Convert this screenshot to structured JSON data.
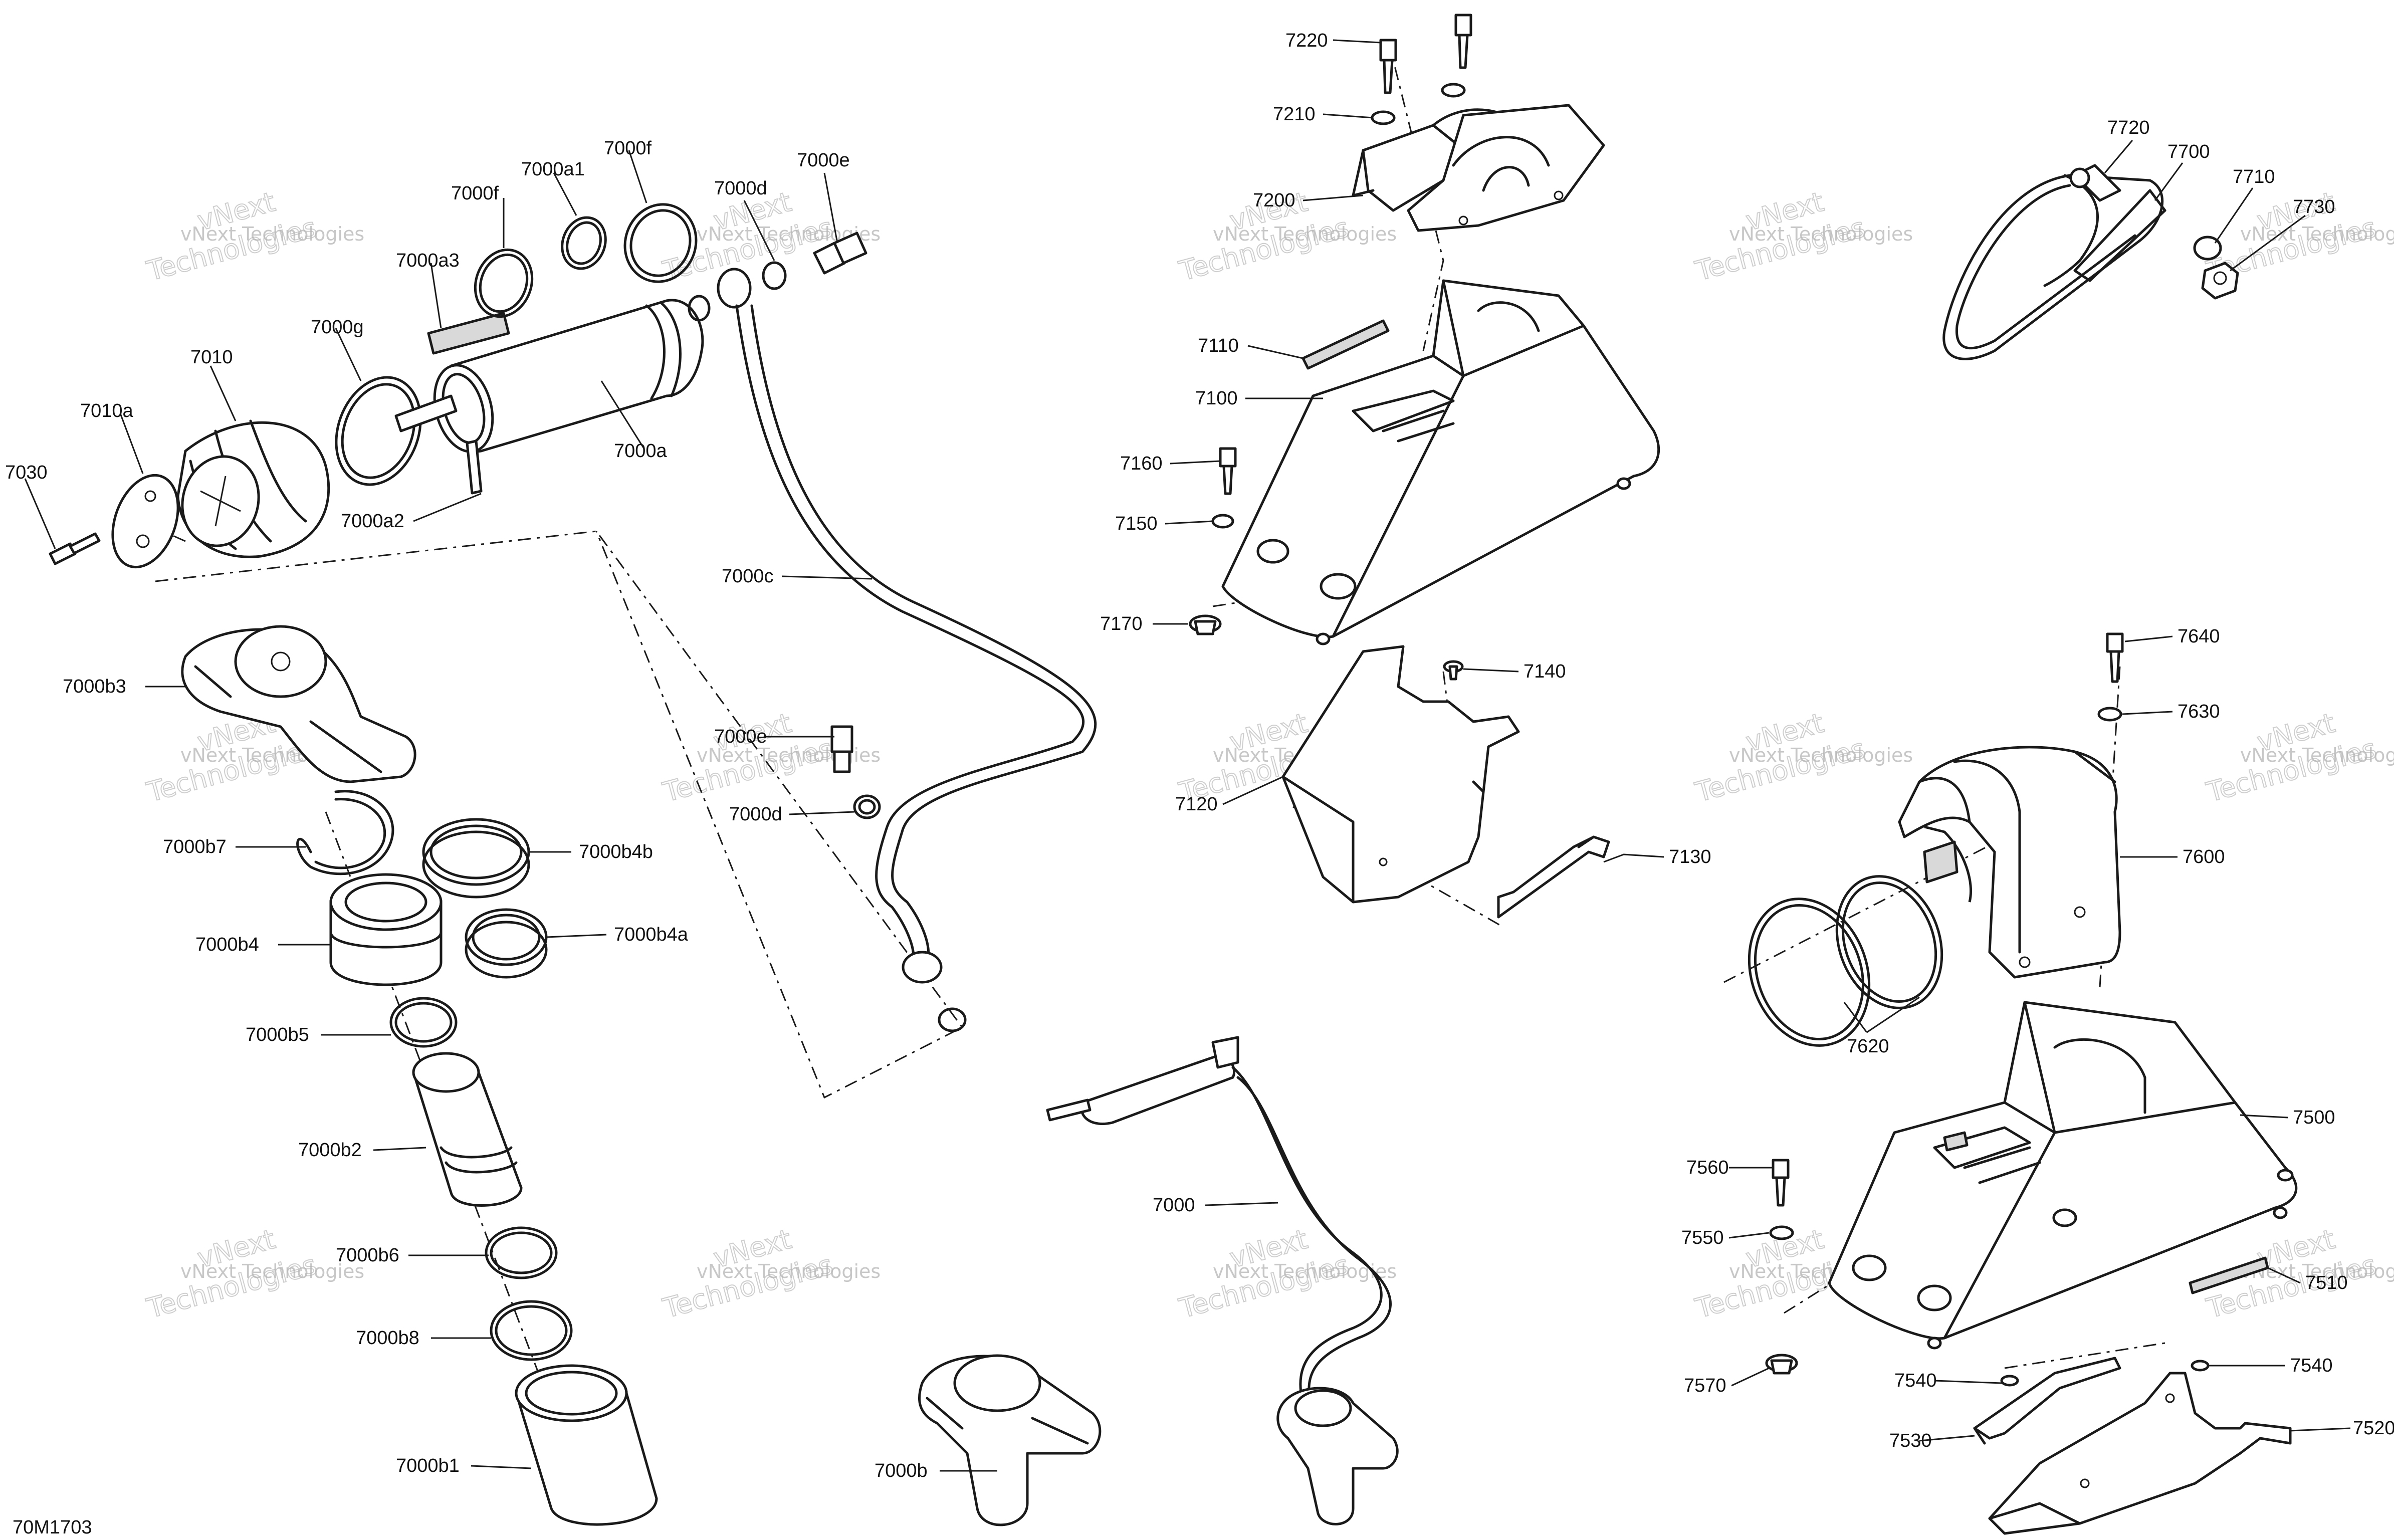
{
  "diagram_code": "70M1703",
  "watermark": {
    "line1": "vNext Technologies",
    "line2": "vNext",
    "line3": "Technologies"
  },
  "callouts": [
    {
      "id": "7220",
      "label": "7220"
    },
    {
      "id": "7210",
      "label": "7210"
    },
    {
      "id": "7200",
      "label": "7200"
    },
    {
      "id": "7110",
      "label": "7110"
    },
    {
      "id": "7100",
      "label": "7100"
    },
    {
      "id": "7160",
      "label": "7160"
    },
    {
      "id": "7150",
      "label": "7150"
    },
    {
      "id": "7170",
      "label": "7170"
    },
    {
      "id": "7140",
      "label": "7140"
    },
    {
      "id": "7120",
      "label": "7120"
    },
    {
      "id": "7130",
      "label": "7130"
    },
    {
      "id": "7720",
      "label": "7720"
    },
    {
      "id": "7700",
      "label": "7700"
    },
    {
      "id": "7710",
      "label": "7710"
    },
    {
      "id": "7730",
      "label": "7730"
    },
    {
      "id": "7640",
      "label": "7640"
    },
    {
      "id": "7630",
      "label": "7630"
    },
    {
      "id": "7600",
      "label": "7600"
    },
    {
      "id": "7620",
      "label": "7620"
    },
    {
      "id": "7500",
      "label": "7500"
    },
    {
      "id": "7560",
      "label": "7560"
    },
    {
      "id": "7550",
      "label": "7550"
    },
    {
      "id": "7510",
      "label": "7510"
    },
    {
      "id": "7570",
      "label": "7570"
    },
    {
      "id": "7540a",
      "label": "7540"
    },
    {
      "id": "7540b",
      "label": "7540"
    },
    {
      "id": "7530",
      "label": "7530"
    },
    {
      "id": "7520",
      "label": "7520"
    },
    {
      "id": "7000f_a",
      "label": "7000f"
    },
    {
      "id": "7000a1",
      "label": "7000a1"
    },
    {
      "id": "7000f_b",
      "label": "7000f"
    },
    {
      "id": "7000d_a",
      "label": "7000d"
    },
    {
      "id": "7000e_a",
      "label": "7000e"
    },
    {
      "id": "7000a3",
      "label": "7000a3"
    },
    {
      "id": "7000g",
      "label": "7000g"
    },
    {
      "id": "7010",
      "label": "7010"
    },
    {
      "id": "7010a",
      "label": "7010a"
    },
    {
      "id": "7030",
      "label": "7030"
    },
    {
      "id": "7000a",
      "label": "7000a"
    },
    {
      "id": "7000a2",
      "label": "7000a2"
    },
    {
      "id": "7000c",
      "label": "7000c"
    },
    {
      "id": "7000b3",
      "label": "7000b3"
    },
    {
      "id": "7000e_b",
      "label": "7000e"
    },
    {
      "id": "7000d_b",
      "label": "7000d"
    },
    {
      "id": "7000b7",
      "label": "7000b7"
    },
    {
      "id": "7000b4b",
      "label": "7000b4b"
    },
    {
      "id": "7000b4",
      "label": "7000b4"
    },
    {
      "id": "7000b4a",
      "label": "7000b4a"
    },
    {
      "id": "7000b5",
      "label": "7000b5"
    },
    {
      "id": "7000b2",
      "label": "7000b2"
    },
    {
      "id": "7000",
      "label": "7000"
    },
    {
      "id": "7000b6",
      "label": "7000b6"
    },
    {
      "id": "7000b8",
      "label": "7000b8"
    },
    {
      "id": "7000b1",
      "label": "7000b1"
    },
    {
      "id": "7000b",
      "label": "7000b"
    }
  ]
}
